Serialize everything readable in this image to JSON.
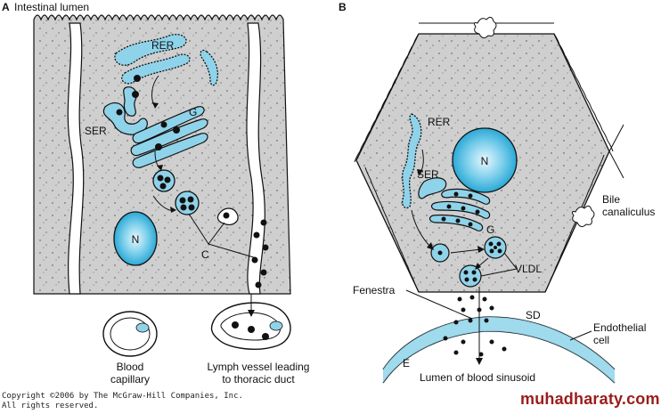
{
  "panel_a": {
    "panel_letter": "A",
    "labels": {
      "intestinal_lumen": "Intestinal lumen",
      "rer": "RER",
      "ser": "SER",
      "golgi": "G",
      "nucleus": "N",
      "chylomicron": "C",
      "blood_capillary_line1": "Blood",
      "blood_capillary_line2": "capillary",
      "lymph_line1": "Lymph vessel leading",
      "lymph_line2": "to thoracic duct"
    }
  },
  "panel_b": {
    "panel_letter": "B",
    "labels": {
      "rer": "RER",
      "ser": "SER",
      "golgi": "G",
      "nucleus": "N",
      "bile_line1": "Bile",
      "bile_line2": "canaliculus",
      "vldl": "VLDL",
      "fenestra": "Fenestra",
      "space_of_disse": "SD",
      "endothelial_line1": "Endothelial",
      "endothelial_line2": "cell",
      "endothelium": "E",
      "sinusoid_lumen": "Lumen of blood sinusoid"
    }
  },
  "footer": {
    "copyright_line1": "Copyright ©2006 by The McGraw-Hill Companies, Inc.",
    "copyright_line2": "All rights reserved.",
    "watermark": "muhadharaty.com"
  },
  "colors": {
    "cytoplasm": "#cfcfcf",
    "organelle": "#8fd3ea",
    "nucleus": "#3cb4dc",
    "ink": "#111111",
    "watermark": "#9b1c1c"
  }
}
